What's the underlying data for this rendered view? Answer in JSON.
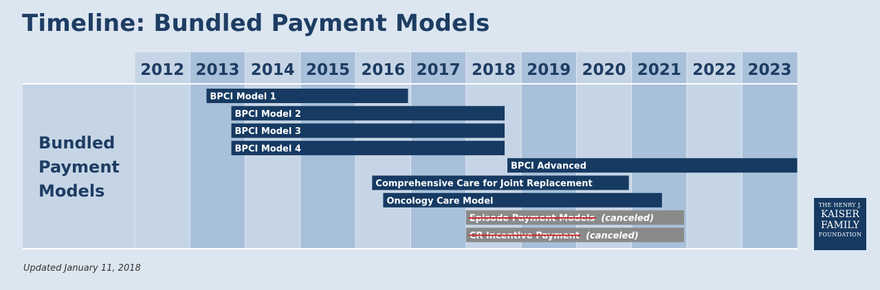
{
  "title": "Timeline: Bundled Payment Models",
  "footnote": "Updated January 11, 2018",
  "logo": {
    "line1": "THE HENRY J.",
    "line2": "KAISER",
    "line3": "FAMILY",
    "line4": "FOUNDATION"
  },
  "colors": {
    "background": "#dce6f0",
    "band_light": "#c6d5e6",
    "band_dark": "#a9c0da",
    "active_bar": "#163a62",
    "canceled_bar": "#8a8a8a",
    "strike": "#cc2222",
    "title": "#1e3d63"
  },
  "chart_data": {
    "type": "gantt",
    "row_label": "Bundled Payment Models",
    "years": [
      "2012",
      "2013",
      "2014",
      "2015",
      "2016",
      "2017",
      "2018",
      "2019",
      "2020",
      "2021",
      "2022",
      "2023"
    ],
    "bars": [
      {
        "label": "BPCI Model 1",
        "start": 2013.3,
        "end": 2016.95,
        "status": "active"
      },
      {
        "label": "BPCI Model 2",
        "start": 2013.75,
        "end": 2018.7,
        "status": "active"
      },
      {
        "label": "BPCI Model 3",
        "start": 2013.75,
        "end": 2018.7,
        "status": "active"
      },
      {
        "label": "BPCI Model 4",
        "start": 2013.75,
        "end": 2018.7,
        "status": "active"
      },
      {
        "label": "BPCI Advanced",
        "start": 2018.75,
        "end": 2024.0,
        "status": "active"
      },
      {
        "label": "Comprehensive Care for Joint Replacement",
        "start": 2016.3,
        "end": 2020.95,
        "status": "active"
      },
      {
        "label": "Oncology Care Model",
        "start": 2016.5,
        "end": 2021.55,
        "status": "active"
      },
      {
        "label": "Episode Payment Models",
        "note": "(canceled)",
        "start": 2018.0,
        "end": 2021.95,
        "status": "canceled"
      },
      {
        "label": "CR Incentive Payment",
        "note": "(canceled)",
        "start": 2018.0,
        "end": 2021.95,
        "status": "canceled"
      }
    ]
  }
}
